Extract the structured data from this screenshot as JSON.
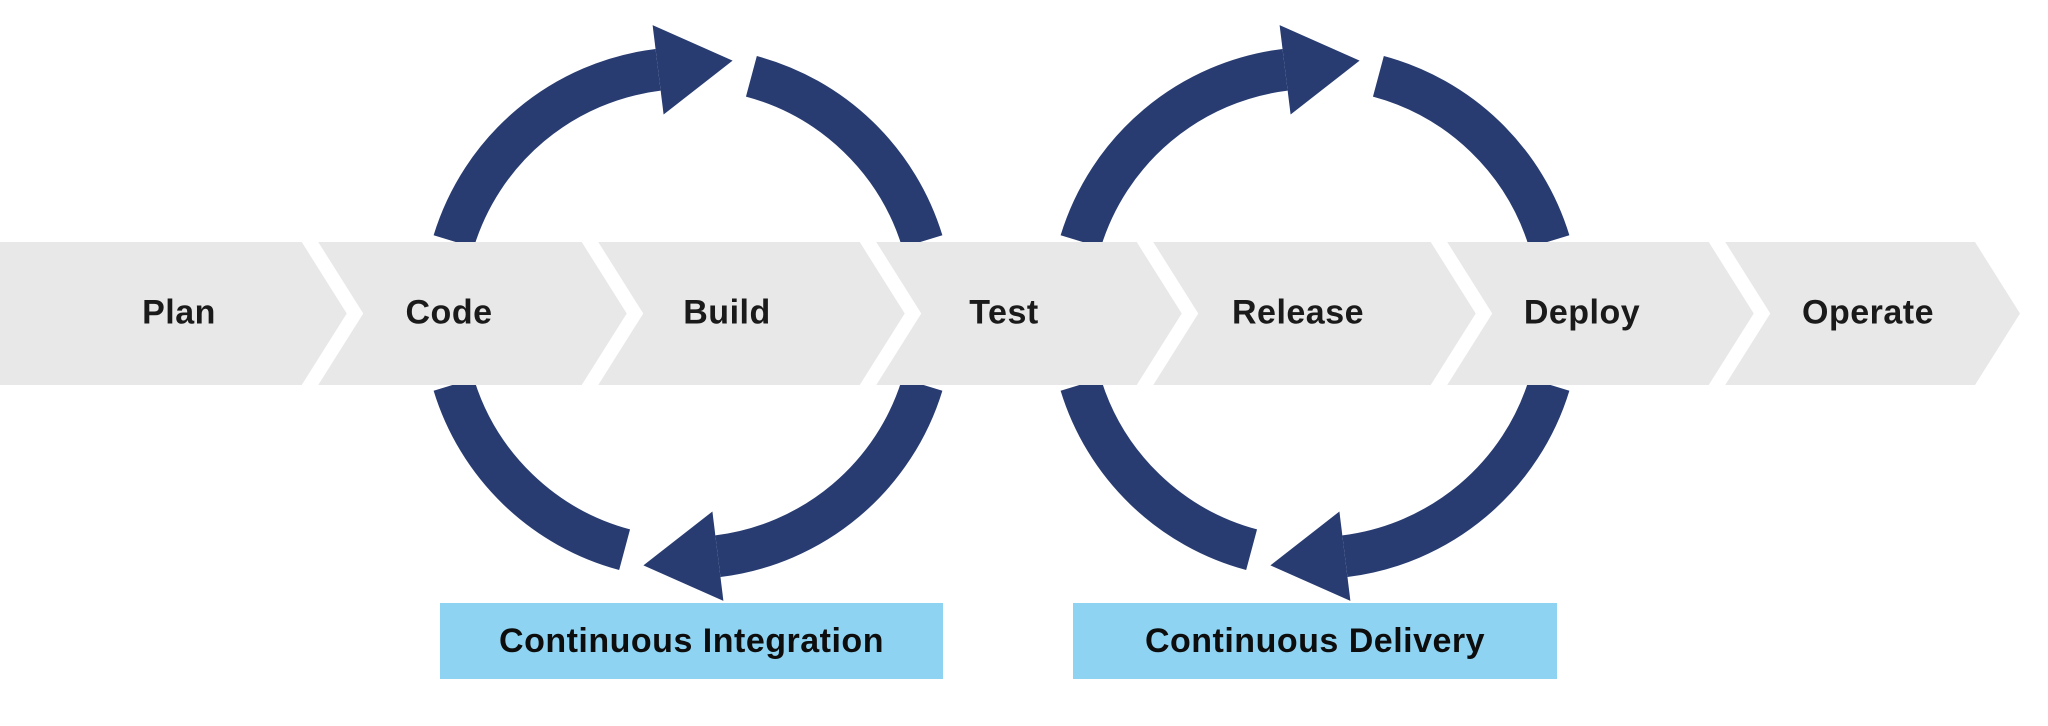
{
  "diagram": {
    "type": "devops-pipeline",
    "stages": [
      {
        "label": "Plan"
      },
      {
        "label": "Code"
      },
      {
        "label": "Build"
      },
      {
        "label": "Test"
      },
      {
        "label": "Release"
      },
      {
        "label": "Deploy"
      },
      {
        "label": "Operate"
      }
    ],
    "loops": [
      {
        "label": "Continuous Integration"
      },
      {
        "label": "Continuous Delivery"
      }
    ]
  },
  "colors": {
    "navy": "#283c72",
    "band": "#e8e8e8",
    "separator": "#ffffff",
    "loopLabelBg": "#8ed3f2",
    "text": "#1a1a1a"
  }
}
